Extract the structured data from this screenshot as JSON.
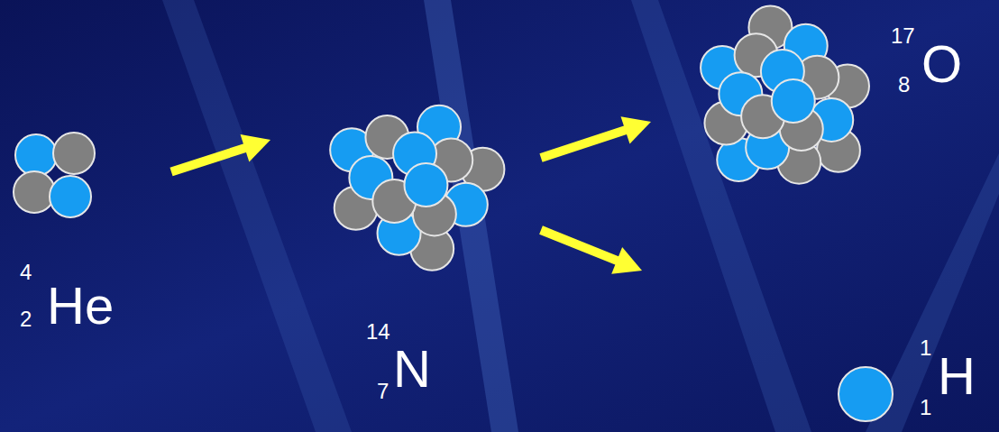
{
  "diagram": {
    "nodes": [
      {
        "text": [
          "4",
          "2",
          "He"
        ]
      },
      {
        "text": [
          "14",
          "7",
          "N"
        ]
      },
      {
        "text": [
          "17",
          "8",
          "O"
        ]
      },
      {
        "text": [
          "1",
          "1",
          "H"
        ]
      }
    ],
    "edges": [
      {
        "from": 0,
        "to": 1,
        "arrow": "to"
      },
      {
        "from": 1,
        "to": 2,
        "arrow": "to"
      },
      {
        "from": 1,
        "to": 3,
        "arrow": "to"
      }
    ]
  }
}
